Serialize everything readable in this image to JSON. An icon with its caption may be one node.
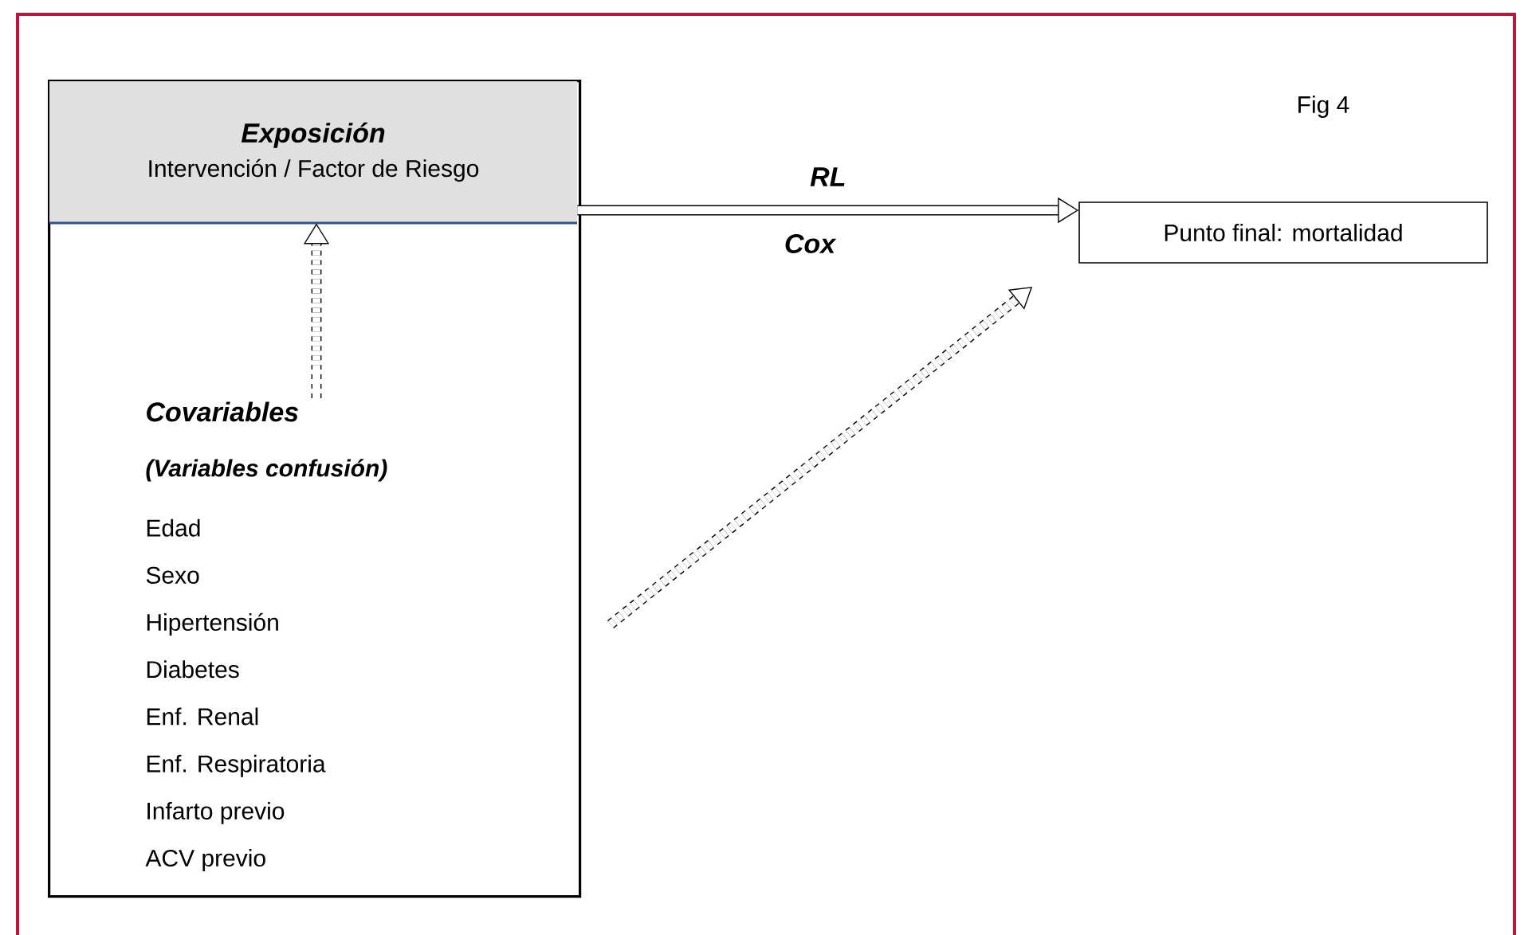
{
  "diagram": {
    "nodes": [
      {
        "text": [],
        "shape": "box"
      },
      {
        "text": [
          "Exposición",
          "Intervención / Factor de Riesgo"
        ],
        "in": 0
      },
      {
        "text": [
          "Covariables",
          "(Variables confusión)",
          "Edad",
          "Sexo",
          "Hipertensión",
          "Diabetes",
          "Enf. Renal",
          "Enf. Respiratoria",
          "Infarto previo",
          "ACV previo"
        ],
        "in": 0
      },
      {
        "text": [
          "Punto final: mortalidad"
        ]
      }
    ],
    "edges": [
      {
        "from": 2,
        "to": 1,
        "arrow": "to",
        "style": "dashed"
      },
      {
        "from": 1,
        "to": 3,
        "arrow": "to",
        "label": "RL"
      },
      {
        "from": null,
        "to": 3,
        "arrow": "to",
        "style": "dashed"
      }
    ],
    "labels": [
      "Fig 4",
      "Cox"
    ]
  }
}
